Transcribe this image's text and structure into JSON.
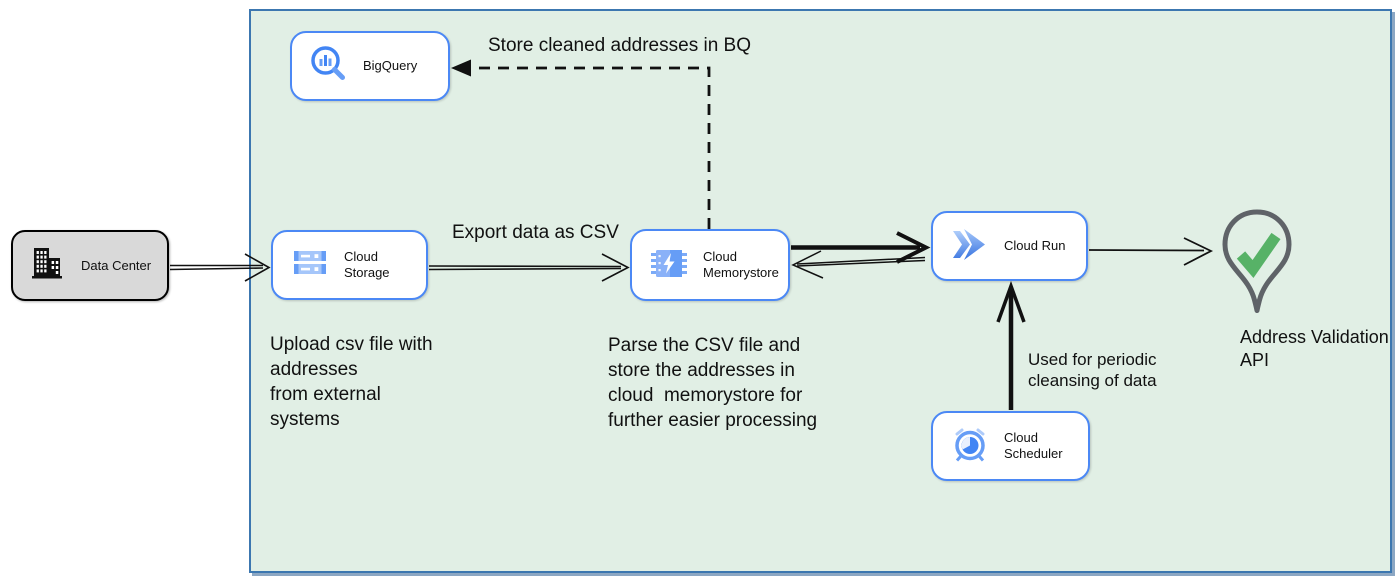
{
  "diagram": {
    "type": "cloud-architecture",
    "boundary_fill": "#e1efe5",
    "boundary_border": "#3c77b0",
    "node_border": "#4b88f5",
    "check_green": "#57b267",
    "pin_gray": "#5f6368"
  },
  "nodes": {
    "data_center": {
      "label": "Data Center",
      "icon": "building-icon"
    },
    "big_query": {
      "label": "BigQuery",
      "icon": "bigquery-icon"
    },
    "cloud_storage": {
      "label": "Cloud Storage",
      "icon": "cloud-storage-icon"
    },
    "cloud_memorystore": {
      "label": "Cloud Memorystore",
      "icon": "memorystore-icon"
    },
    "cloud_run": {
      "label": "Cloud Run",
      "icon": "cloud-run-icon"
    },
    "cloud_scheduler": {
      "label": "Cloud Scheduler",
      "icon": "cloud-scheduler-icon"
    },
    "address_validation": {
      "label": "Address Validation\nAPI",
      "icon": "location-pin-check-icon"
    }
  },
  "annotations": {
    "store_cleaned": "Store cleaned addresses in BQ",
    "export_csv": "Export data as CSV",
    "upload": "Upload csv file with\naddresses\nfrom external\nsystems",
    "parse": "Parse the CSV file and\nstore the addresses in\ncloud  memorystore for\nfurther easier processing",
    "periodic": "Used for periodic\ncleansing of data"
  },
  "edges": [
    {
      "from": "data_center",
      "to": "cloud_storage",
      "style": "double-line-open-arrow"
    },
    {
      "from": "cloud_storage",
      "to": "cloud_memorystore",
      "style": "double-line-open-arrow",
      "label": "Export data as CSV"
    },
    {
      "from": "cloud_memorystore",
      "to": "big_query",
      "style": "dashed-solid-arrow",
      "label": "Store cleaned addresses in BQ"
    },
    {
      "from": "cloud_memorystore",
      "to": "cloud_run",
      "style": "thick-open-arrow"
    },
    {
      "from": "cloud_run",
      "to": "cloud_memorystore",
      "style": "thin-open-arrow"
    },
    {
      "from": "cloud_run",
      "to": "address_validation",
      "style": "thin-open-arrow"
    },
    {
      "from": "cloud_scheduler",
      "to": "cloud_run",
      "style": "thick-open-arrow",
      "label": "Used for periodic cleansing of data"
    }
  ]
}
